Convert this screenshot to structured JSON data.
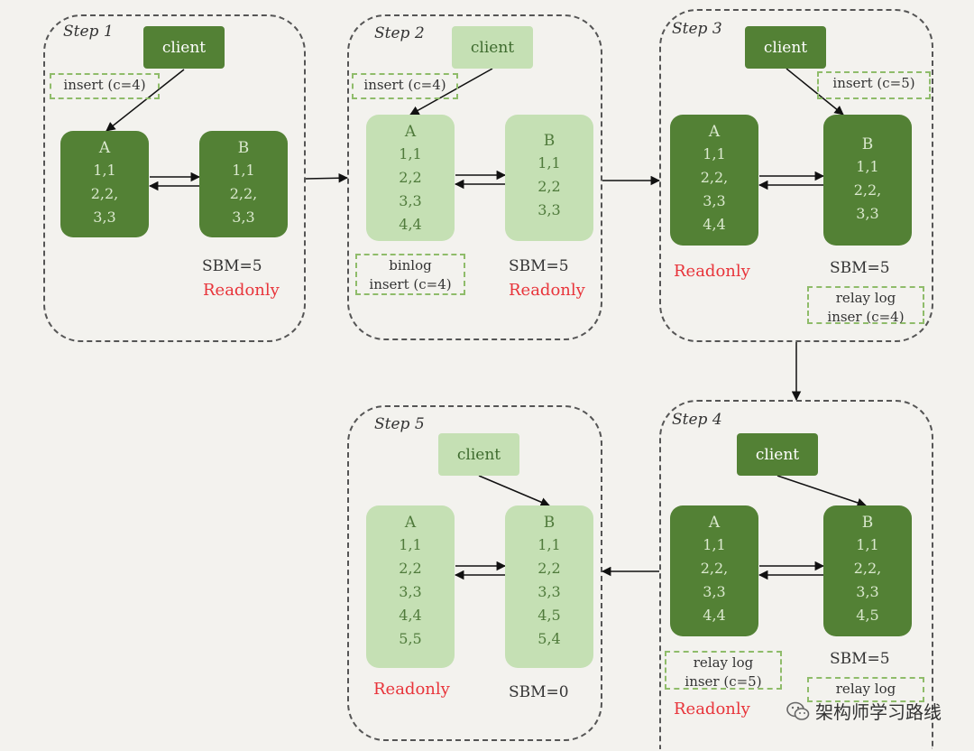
{
  "steps": [
    {
      "label": "Step 1",
      "client": "client",
      "note": "insert (c=4)",
      "db_a": {
        "title": "A",
        "rows": [
          "1,1",
          "2,2,",
          "3,3"
        ]
      },
      "db_b": {
        "title": "B",
        "rows": [
          "1,1",
          "2,2,",
          "3,3"
        ]
      },
      "sbm": "SBM=5",
      "readonly": "Readonly"
    },
    {
      "label": "Step 2",
      "client": "client",
      "note": "insert (c=4)",
      "db_a": {
        "title": "A",
        "rows": [
          "1,1",
          "2,2",
          "3,3",
          "4,4"
        ]
      },
      "db_b": {
        "title": "B",
        "rows": [
          "1,1",
          "2,2",
          "3,3"
        ]
      },
      "binlog": {
        "line1": "binlog",
        "line2": "insert (c=4)"
      },
      "sbm": "SBM=5",
      "readonly": "Readonly"
    },
    {
      "label": "Step 3",
      "client": "client",
      "note": "insert (c=5)",
      "db_a": {
        "title": "A",
        "rows": [
          "1,1",
          "2,2,",
          "3,3",
          "4,4"
        ]
      },
      "db_b": {
        "title": "B",
        "rows": [
          "1,1",
          "2,2,",
          "3,3"
        ]
      },
      "readonly": "Readonly",
      "sbm": "SBM=5",
      "relay": {
        "line1": "relay log",
        "line2": "inser (c=4)"
      }
    },
    {
      "label": "Step 4",
      "client": "client",
      "db_a": {
        "title": "A",
        "rows": [
          "1,1",
          "2,2,",
          "3,3",
          "4,4"
        ]
      },
      "db_b": {
        "title": "B",
        "rows": [
          "1,1",
          "2,2,",
          "3,3",
          "4,5"
        ]
      },
      "relay_a": {
        "line1": "relay log",
        "line2": "inser (c=5)"
      },
      "sbm": "SBM=5",
      "relay_b": {
        "line1": "relay log"
      },
      "readonly": "Readonly"
    },
    {
      "label": "Step 5",
      "client": "client",
      "db_a": {
        "title": "A",
        "rows": [
          "1,1",
          "2,2",
          "3,3",
          "4,4",
          "5,5"
        ]
      },
      "db_b": {
        "title": "B",
        "rows": [
          "1,1",
          "2,2",
          "3,3",
          "4,5",
          "5,4"
        ]
      },
      "readonly": "Readonly",
      "sbm": "SBM=0"
    }
  ],
  "watermark": "架构师学习路线",
  "colors": {
    "dark_green": "#538135",
    "light_green": "#c5e0b4",
    "readonly_red": "#e8343a",
    "note_border": "#8fbc6a"
  }
}
